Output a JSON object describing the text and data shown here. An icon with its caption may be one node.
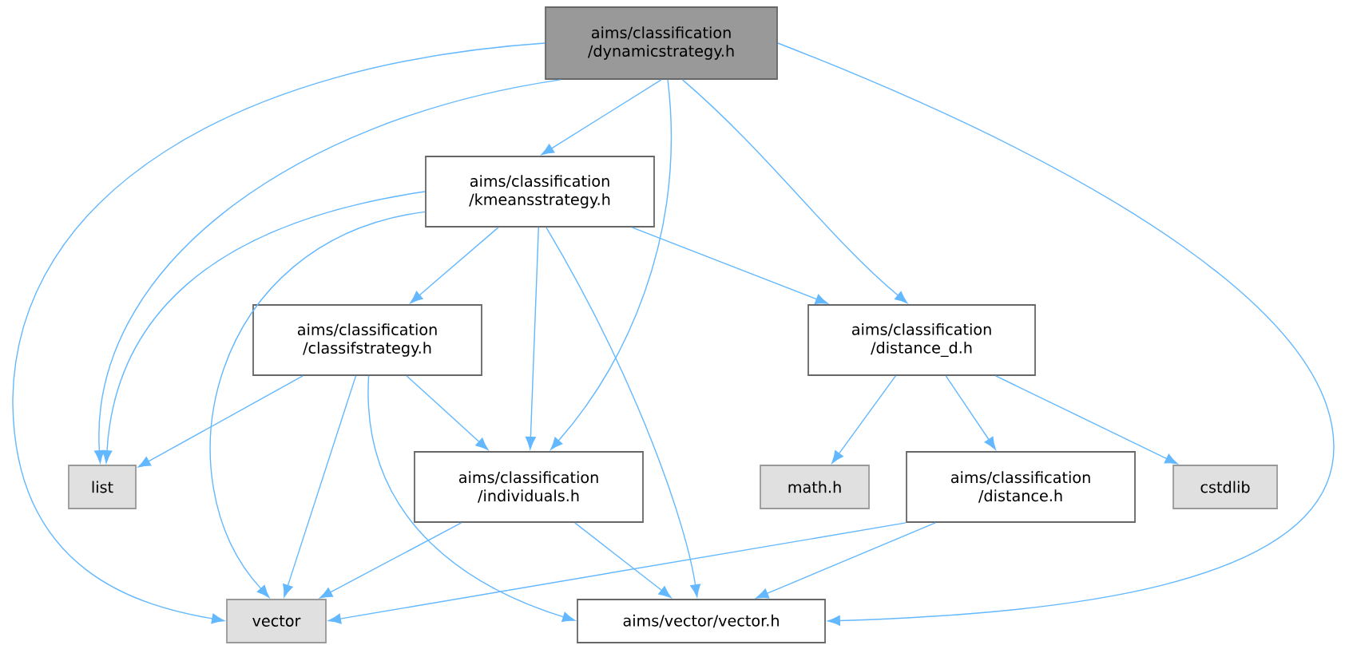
{
  "diagram": {
    "nodes": [
      {
        "text": [
          "aims/classification /dynamicstrategy.h"
        ]
      },
      {
        "text": [
          "aims/classification /kmeansstrategy.h"
        ]
      },
      {
        "text": [
          "aims/classification /classifstrategy.h"
        ]
      },
      {
        "text": [
          "aims/classification /distance_d.h"
        ]
      },
      {
        "text": [
          "list"
        ]
      },
      {
        "text": [
          "aims/classification /individuals.h"
        ]
      },
      {
        "text": [
          "math.h"
        ]
      },
      {
        "text": [
          "aims/classification /distance.h"
        ]
      },
      {
        "text": [
          "cstdlib"
        ]
      },
      {
        "text": [
          "vector"
        ]
      },
      {
        "text": [
          "aims/vector/vector.h"
        ]
      }
    ],
    "edges": [
      {
        "from": 0,
        "to": 9,
        "arrow": "to"
      },
      {
        "from": 0,
        "to": 4,
        "arrow": "to"
      },
      {
        "from": 0,
        "to": 1,
        "arrow": "to"
      },
      {
        "from": 0,
        "to": 5,
        "arrow": "to"
      },
      {
        "from": 0,
        "to": 3,
        "arrow": "to"
      },
      {
        "from": 0,
        "to": 10,
        "arrow": "to"
      },
      {
        "from": 1,
        "to": 4,
        "arrow": "to"
      },
      {
        "from": 1,
        "to": 9,
        "arrow": "to"
      },
      {
        "from": 1,
        "to": 2,
        "arrow": "to"
      },
      {
        "from": 1,
        "to": 5,
        "arrow": "to"
      },
      {
        "from": 1,
        "to": 10,
        "arrow": "to"
      },
      {
        "from": 1,
        "to": 3,
        "arrow": "to"
      },
      {
        "from": 2,
        "to": 4,
        "arrow": "to"
      },
      {
        "from": 2,
        "to": 9,
        "arrow": "to"
      },
      {
        "from": 2,
        "to": 10,
        "arrow": "to"
      },
      {
        "from": 2,
        "to": 5,
        "arrow": "to"
      },
      {
        "from": 3,
        "to": 6,
        "arrow": "to"
      },
      {
        "from": 3,
        "to": 7,
        "arrow": "to"
      },
      {
        "from": 3,
        "to": 8,
        "arrow": "to"
      },
      {
        "from": 5,
        "to": 9,
        "arrow": "to"
      },
      {
        "from": 5,
        "to": 10,
        "arrow": "to"
      },
      {
        "from": 7,
        "to": 9,
        "arrow": "to"
      },
      {
        "from": 7,
        "to": 10,
        "arrow": "to"
      }
    ]
  }
}
